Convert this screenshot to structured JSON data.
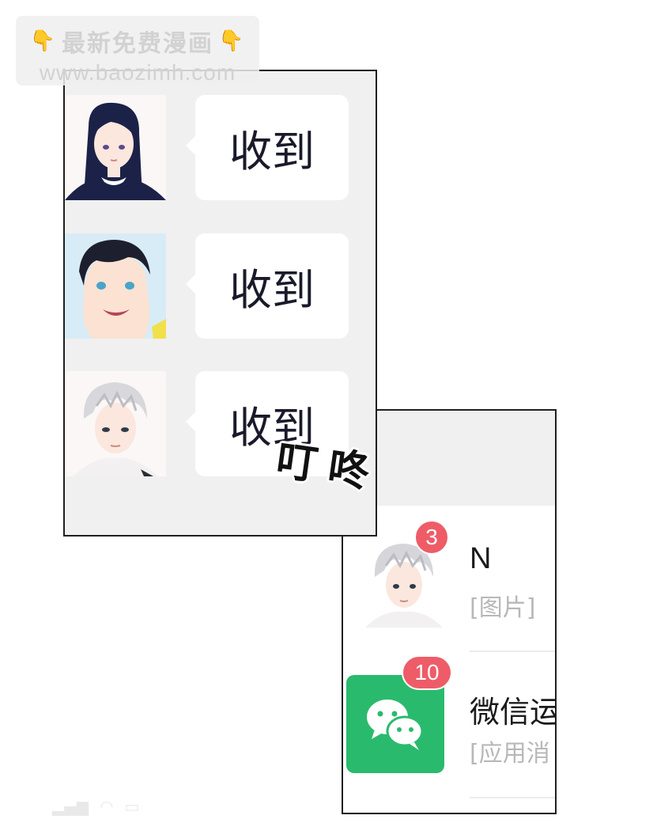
{
  "watermark": {
    "line1": "最新免费漫画",
    "hand_icon": "👇",
    "line2": "www.baozimh.com"
  },
  "chat_panel": {
    "messages": [
      {
        "avatar": "long-dark-hair-girl-avatar",
        "text": "收到"
      },
      {
        "avatar": "dark-short-hair-boy-avatar",
        "text": "收到"
      },
      {
        "avatar": "silver-hair-boy-avatar",
        "text": "收到"
      }
    ]
  },
  "sound_effect": "叮咚",
  "contact_list": {
    "items": [
      {
        "name": "N",
        "preview": "[图片]",
        "badge": "3"
      },
      {
        "name": "微信运",
        "preview": "[应用消",
        "badge": "10"
      }
    ]
  },
  "colors": {
    "badge": "#ee5c68",
    "wechat_green": "#2aba6e",
    "chat_background": "#f0f0f0"
  }
}
